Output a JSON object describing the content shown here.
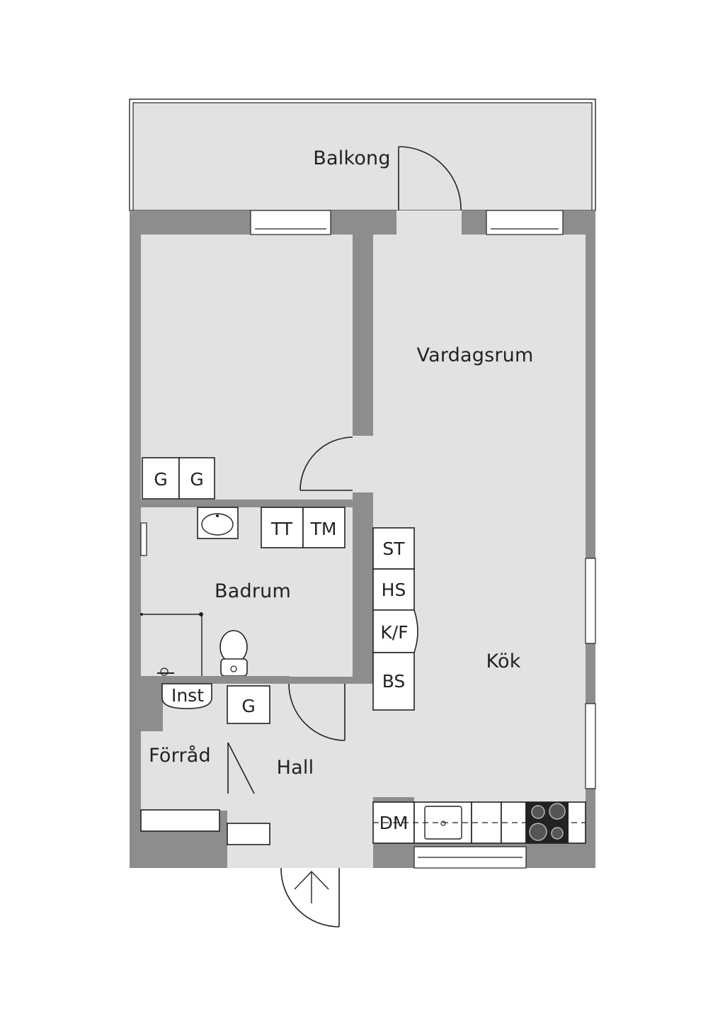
{
  "rooms": {
    "balkong": "Balkong",
    "vardagsrum": "Vardagsrum",
    "badrum": "Badrum",
    "kok": "Kök",
    "hall": "Hall",
    "forrad": "Förråd"
  },
  "fixtures": {
    "wardrobe_1": "G",
    "wardrobe_2": "G",
    "wardrobe_hall": "G",
    "tumble_dryer": "TT",
    "washer": "TM",
    "freezer": "ST",
    "tall_cabinet": "HS",
    "fridge_freezer": "K/F",
    "broom_cabinet": "BS",
    "dishwasher": "DM",
    "installation": "Inst"
  },
  "colors": {
    "wall": "#8d8d8d",
    "floor": "#e2e2e2",
    "line": "#222222",
    "fixture": "#ffffff",
    "background": "#ffffff"
  }
}
